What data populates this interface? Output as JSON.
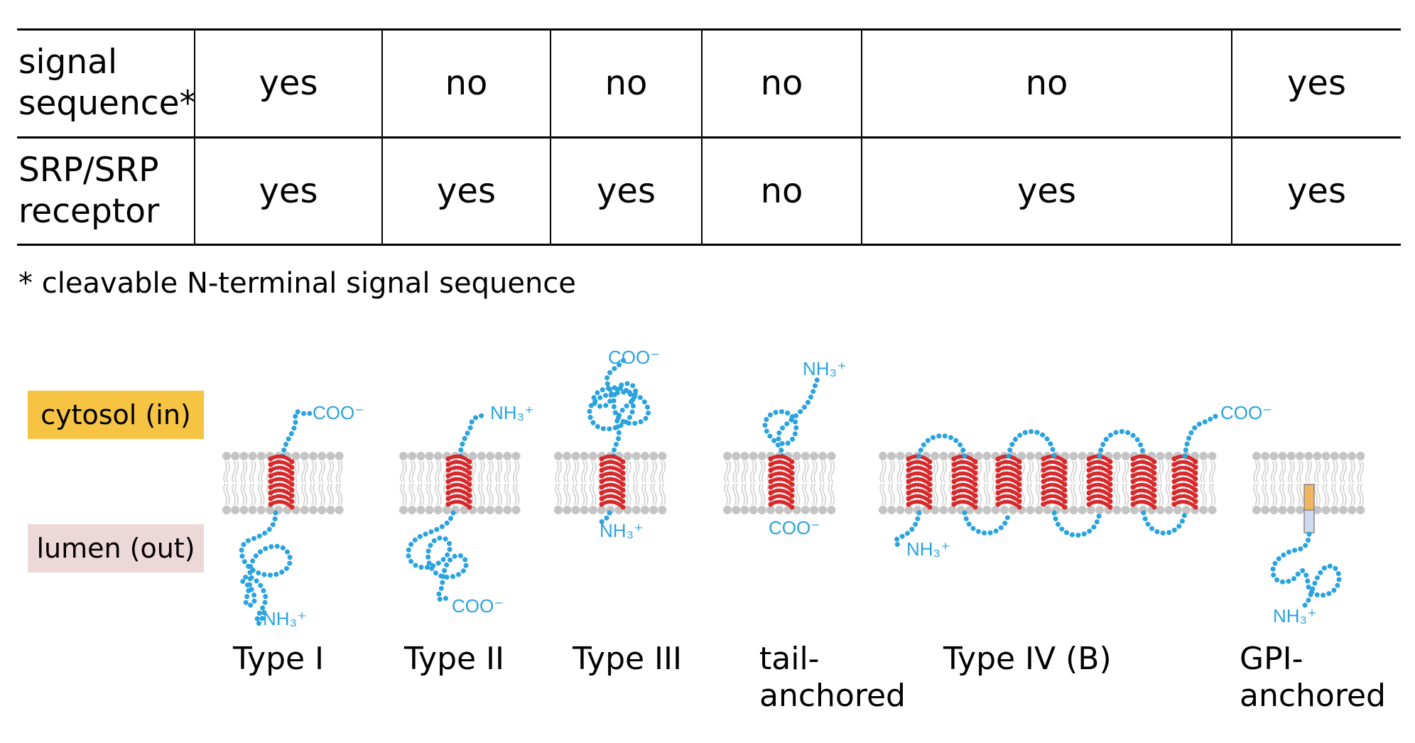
{
  "table": {
    "rows": [
      {
        "header": [
          "signal",
          "sequence*"
        ],
        "cells": [
          "yes",
          "no",
          "no",
          "no",
          "no",
          "yes"
        ]
      },
      {
        "header": [
          "SRP/SRP",
          "receptor"
        ],
        "cells": [
          "yes",
          "yes",
          "yes",
          "no",
          "yes",
          "yes"
        ]
      }
    ]
  },
  "footnote": "* cleavable N-terminal signal sequence",
  "regions": {
    "cytosol": "cytosol (in)",
    "lumen": "lumen (out)"
  },
  "types": [
    {
      "label": "Type I",
      "top_terminus": "COO⁻",
      "bottom_terminus": "NH₃⁺"
    },
    {
      "label": "Type II",
      "top_terminus": "NH₃⁺",
      "bottom_terminus": "COO⁻"
    },
    {
      "label": "Type III",
      "top_terminus": "COO⁻",
      "bottom_terminus": "NH₃⁺"
    },
    {
      "label": "tail-\nanchored",
      "top_terminus": "NH₃⁺",
      "bottom_terminus": "COO⁻"
    },
    {
      "label": "Type IV (B)",
      "top_terminus": "COO⁻",
      "bottom_terminus": "NH₃⁺"
    },
    {
      "label": "GPI-\nanchored",
      "top_terminus": "",
      "bottom_terminus": "NH₃⁺"
    }
  ],
  "colors": {
    "chain": "#2aa3de",
    "helix": "#d8282a",
    "lipid_head": "#c4c4c4",
    "lipid_tail": "#d0d0d0",
    "cytosol": "#f6c342",
    "lumen": "#ecd8d8",
    "gpi_anchor_top": "#f0b560",
    "gpi_anchor_bottom": "#cfd9ee"
  }
}
